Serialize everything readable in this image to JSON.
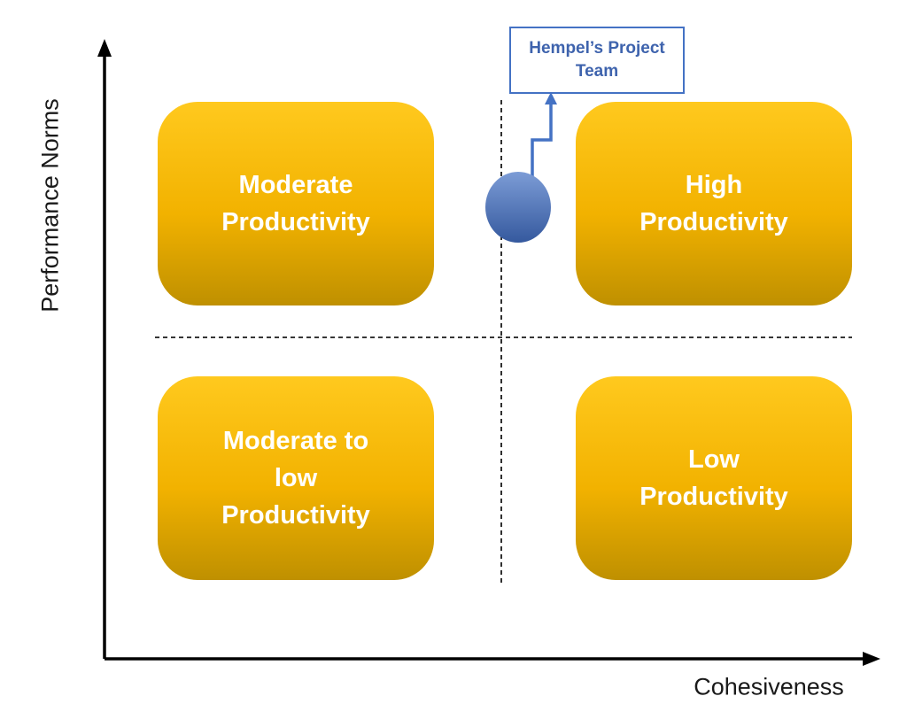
{
  "axes": {
    "y_label": "Performance Norms",
    "x_label": "Cohesiveness"
  },
  "quadrants": {
    "top_left": "Moderate\nProductivity",
    "top_right": "High\nProductivity",
    "bottom_left": "Moderate to\nlow\nProductivity",
    "bottom_right": "Low\nProductivity"
  },
  "callout": {
    "label": "Hempel’s Project\nTeam"
  },
  "colors": {
    "quadrant_gradient_top": "#FFC91E",
    "quadrant_gradient_bottom": "#BF9000",
    "quadrant_text": "#FFFFFF",
    "callout_border": "#4472C4",
    "callout_text": "#3E63AD",
    "marker_blue": "#4472C4",
    "axis": "#000000"
  }
}
